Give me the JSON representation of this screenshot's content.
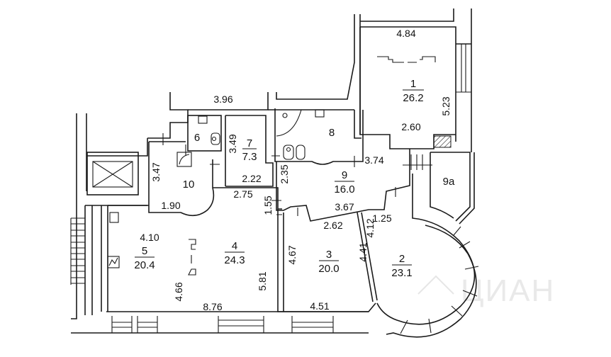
{
  "plan": {
    "rooms": [
      {
        "number": "1",
        "area": "26.2"
      },
      {
        "number": "2",
        "area": "23.1"
      },
      {
        "number": "3",
        "area": "20.0"
      },
      {
        "number": "4",
        "area": "24.3"
      },
      {
        "number": "5",
        "area": "20.4"
      },
      {
        "number": "6",
        "area": ""
      },
      {
        "number": "7",
        "area": "7.3"
      },
      {
        "number": "8",
        "area": ""
      },
      {
        "number": "9",
        "area": "16.0"
      },
      {
        "number": "9a",
        "area": ""
      },
      {
        "number": "10",
        "area": ""
      }
    ],
    "dimensions": {
      "d_4_84": "4.84",
      "d_5_23": "5.23",
      "d_2_60": "2.60",
      "d_3_96": "3.96",
      "d_3_49": "3.49",
      "d_2_22": "2.22",
      "d_3_47": "3.47",
      "d_1_90": "1.90",
      "d_2_75": "2.75",
      "d_1_55": "1.55",
      "d_2_35": "2.35",
      "d_3_74": "3.74",
      "d_3_67": "3.67",
      "d_2_62": "2.62",
      "d_1_25": "1.25",
      "d_4_41": "4.41",
      "d_4_12": "4.12",
      "d_4_67": "4.67",
      "d_4_51": "4.51",
      "d_4_10": "4.10",
      "d_4_66": "4.66",
      "d_8_76": "8.76",
      "d_5_81": "5.81"
    },
    "watermark": "ЦИАН"
  }
}
